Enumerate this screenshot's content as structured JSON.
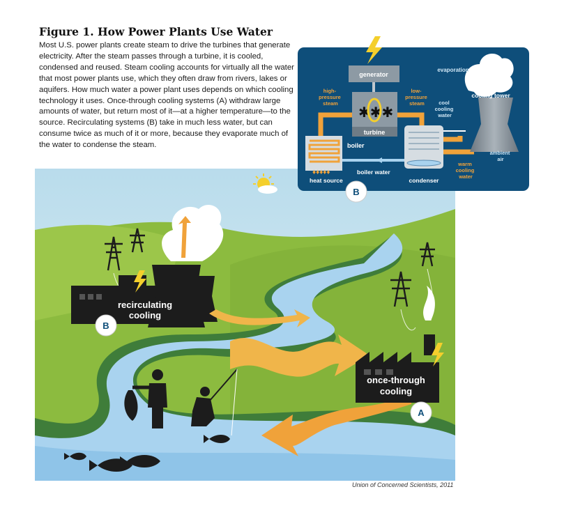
{
  "header": {
    "title": "Figure 1. How Power Plants Use Water",
    "paragraph": "Most U.S. power plants create steam to drive the turbines that generate electricity. After the steam passes through a turbine, it is cooled, condensed and reused. Steam cooling accounts for virtually all the water that most power plants use, which they often draw from rivers, lakes or aquifers. How much water a power plant uses depends on which cooling technology it uses. Once-through cooling systems (A) withdraw large amounts of water, but return most of it—at a higher temperature—to the source. Recirculating systems (B) take in much less water, but can consume twice as much of it or more, because they evaporate much of the water to condense the steam."
  },
  "inset": {
    "generator": "generator",
    "turbine": "turbine",
    "boiler": "boiler",
    "heat_source": "heat source",
    "condenser": "condenser",
    "boiler_water": "boiler water",
    "cooling_tower": "cooling tower",
    "evaporation": "evaporation",
    "high_pressure": [
      "high-",
      "pressure",
      "steam"
    ],
    "low_pressure": [
      "low-",
      "pressure",
      "steam"
    ],
    "cool_water": [
      "cool",
      "cooling",
      "water"
    ],
    "warm_water": [
      "warm",
      "cooling",
      "water"
    ],
    "ambient_air": [
      "ambient",
      "air"
    ],
    "badge": "B"
  },
  "scene": {
    "recirculating": [
      "recirculating",
      "cooling"
    ],
    "once_through": [
      "once-through",
      "cooling"
    ],
    "badge_a": "A",
    "badge_b": "B"
  },
  "credit": "Union of Concerned Scientists, 2011",
  "colors": {
    "inset_bg": "#0e4e7a",
    "orange": "#f0a23a",
    "river": "#a9d3ef",
    "grass": "#8cbb3f",
    "sky": "#c9e4ef",
    "silhouette": "#1c1c1c"
  }
}
